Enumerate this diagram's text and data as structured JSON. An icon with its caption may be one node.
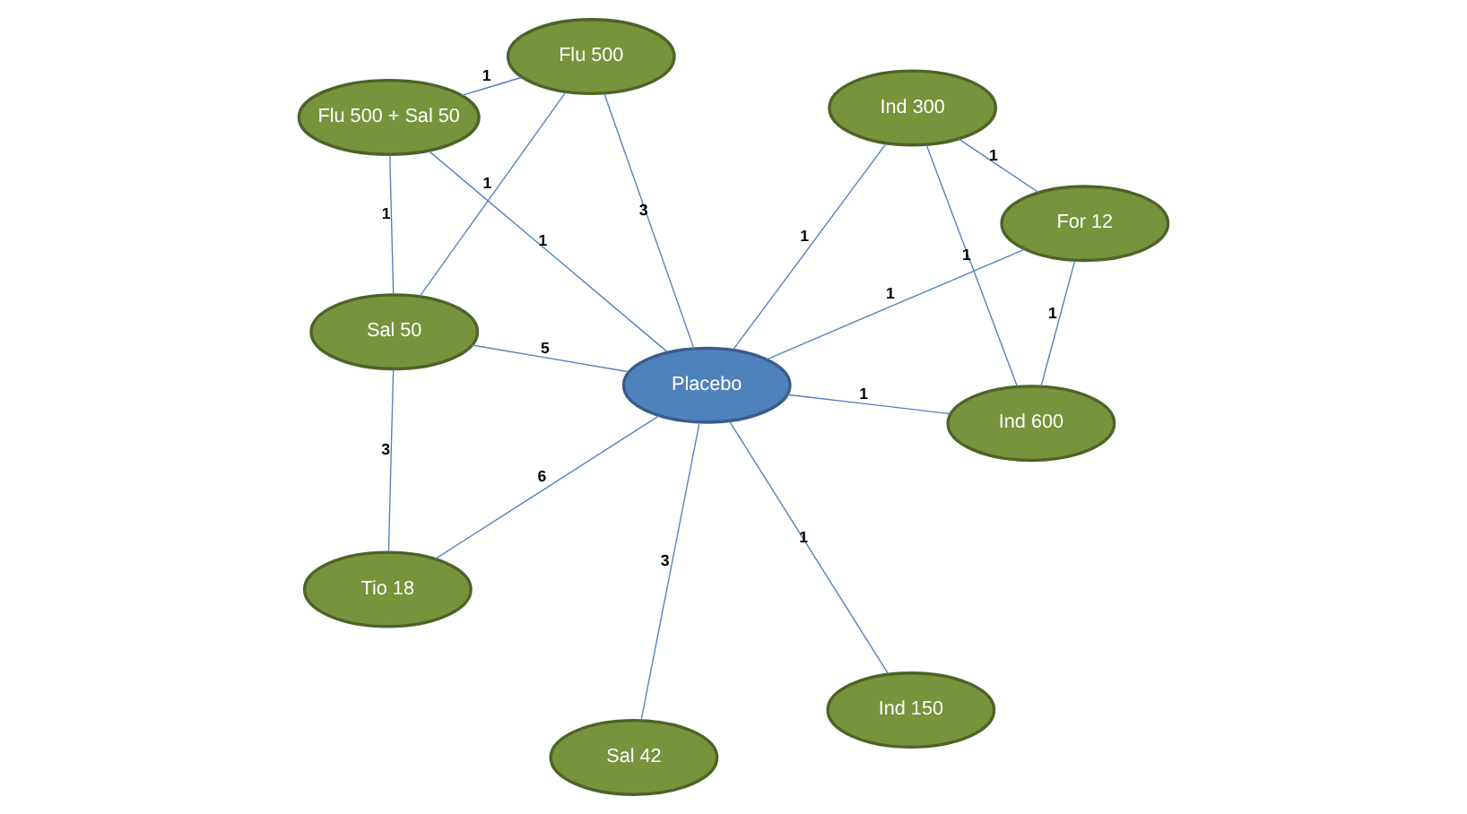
{
  "diagram": {
    "nodes": [
      {
        "text": [
          "Flu 500 + Sal 50"
        ]
      },
      {
        "text": [
          "For 12"
        ]
      },
      {
        "text": [
          "Ind 150"
        ]
      },
      {
        "text": [
          "Flu 500"
        ]
      },
      {
        "text": [
          "Placebo"
        ]
      },
      {
        "text": [
          "Ind 300"
        ]
      },
      {
        "text": [
          "Tio 18"
        ]
      },
      {
        "text": [
          "Sal 50"
        ]
      },
      {
        "text": [
          "Sal 42"
        ]
      },
      {
        "text": [
          "Ind 600"
        ]
      }
    ],
    "edges": [
      {
        "from": 0,
        "to": 3,
        "arrow": "none",
        "label": "1"
      },
      {
        "from": 0,
        "to": 4,
        "arrow": "none",
        "label": "1"
      },
      {
        "from": 0,
        "to": 7,
        "arrow": "none",
        "label": "1"
      },
      {
        "from": 3,
        "to": 4,
        "arrow": "none",
        "label": "3"
      },
      {
        "from": 3,
        "to": 7,
        "arrow": "none",
        "label": "1"
      },
      {
        "from": 6,
        "to": 4,
        "arrow": "none",
        "label": "6"
      },
      {
        "from": 6,
        "to": 7,
        "arrow": "none",
        "label": "3"
      },
      {
        "from": 7,
        "to": 4,
        "arrow": "none",
        "label": "5"
      },
      {
        "from": 4,
        "to": 8,
        "arrow": "none",
        "label": "3"
      },
      {
        "from": 1,
        "to": 4,
        "arrow": "none",
        "label": "1"
      },
      {
        "from": 2,
        "to": 4,
        "arrow": "none",
        "label": "1"
      },
      {
        "from": 1,
        "to": 5,
        "arrow": "none",
        "label": "1"
      },
      {
        "from": 1,
        "to": 9,
        "arrow": "none",
        "label": "1"
      },
      {
        "from": 4,
        "to": 5,
        "arrow": "none",
        "label": "1"
      },
      {
        "from": 4,
        "to": 9,
        "arrow": "none",
        "label": "1"
      },
      {
        "from": 5,
        "to": 9,
        "arrow": "none",
        "label": "1"
      }
    ]
  }
}
